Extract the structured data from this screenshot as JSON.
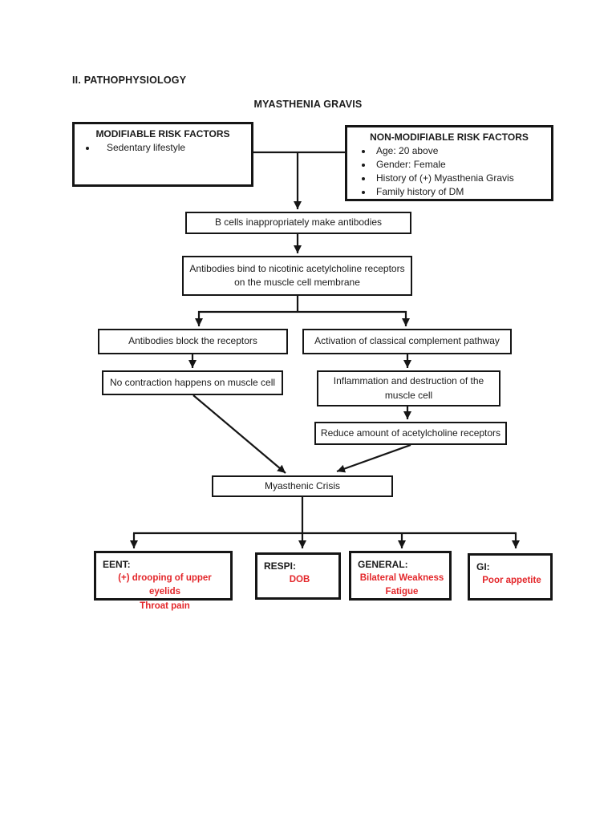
{
  "page": {
    "section_heading": "II. PATHOPHYSIOLOGY",
    "diagram_title": "MYASTHENIA GRAVIS"
  },
  "colors": {
    "ink": "#1b1b1b",
    "symptom_red": "#e3262a"
  },
  "risk_factors": {
    "modifiable": {
      "title": "MODIFIABLE RISK FACTORS",
      "items": [
        "Sedentary lifestyle"
      ]
    },
    "non_modifiable": {
      "title": "NON-MODIFIABLE RISK FACTORS",
      "items": [
        "Age: 20 above",
        "Gender: Female",
        "History of (+) Myasthenia Gravis",
        "Family history of DM"
      ]
    }
  },
  "flow": {
    "b_cells": "B cells inappropriately make antibodies",
    "antibodies_bind": [
      "Antibodies bind to nicotinic acetylcholine receptors",
      "on the muscle cell membrane"
    ],
    "block_receptors": "Antibodies block the receptors",
    "complement_pathway": "Activation of classical complement pathway",
    "no_contraction": "No contraction happens on muscle cell",
    "inflammation": [
      "Inflammation and destruction of the",
      "muscle cell"
    ],
    "reduce_receptors": "Reduce amount of acetylcholine receptors",
    "crisis": "Myasthenic Crisis"
  },
  "manifestations": [
    {
      "system": "EENT:",
      "symptoms": [
        "(+) drooping of upper eyelids",
        "Throat pain"
      ]
    },
    {
      "system": "RESPI:",
      "symptoms": [
        "DOB"
      ]
    },
    {
      "system": "GENERAL:",
      "symptoms": [
        "Bilateral Weakness",
        "Fatigue"
      ]
    },
    {
      "system": "GI:",
      "symptoms": [
        "Poor appetite"
      ]
    }
  ]
}
